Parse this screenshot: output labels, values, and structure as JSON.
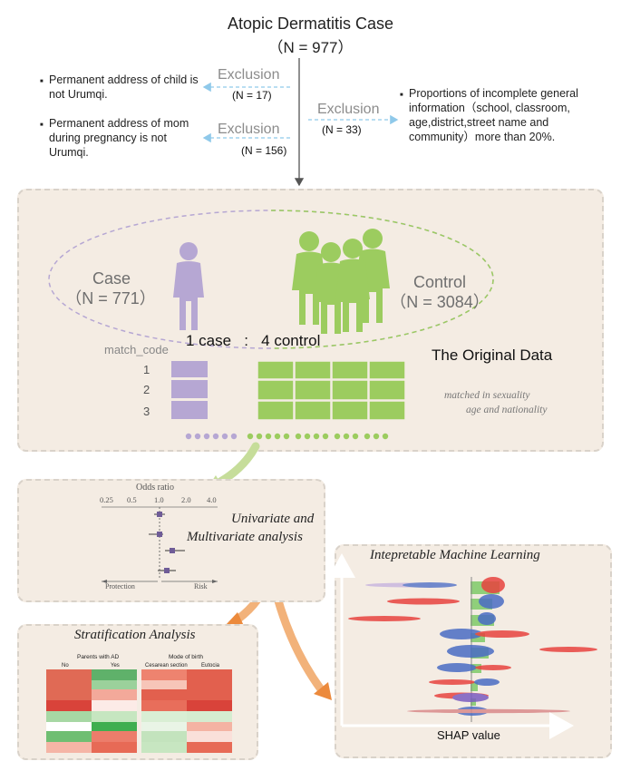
{
  "header": {
    "title": "Atopic Dermatitis Case",
    "n": "（N = 977）"
  },
  "exclusions": [
    {
      "label": "Exclusion",
      "n": "(N = 17)",
      "reason": "Permanent address of child is not Urumqi."
    },
    {
      "label": "Exclusion",
      "n": "(N = 156)",
      "reason": "Permanent address of mom during pregnancy is not Urumqi."
    },
    {
      "label": "Exclusion",
      "n": "(N = 33)",
      "reason": "Proportions of incomplete general information（school, classroom, age,district,street name and community）more than 20%."
    }
  ],
  "original": {
    "case_label": "Case",
    "case_n": "（N = 771）",
    "control_label": "Control",
    "control_n": "（N = 3084）",
    "ratio": "1 case   :   4 control",
    "panel_title": "The Original Data",
    "match_code": "match_code",
    "rows": [
      "1",
      "2",
      "3"
    ],
    "matched_line1": "matched in sexuality",
    "matched_line2": "age and nationality",
    "colors": {
      "case": "#b6a7d3",
      "control": "#9ccc5f"
    }
  },
  "univariate": {
    "title_line1": "Univariate and",
    "title_line2": "Multivariate analysis",
    "forest": {
      "axis_title": "Odds ratio",
      "ticks": [
        "0.25",
        "0.5",
        "1.0",
        "2.0",
        "4.0"
      ],
      "protection": "Protection",
      "risk": "Risk"
    }
  },
  "stratification": {
    "title": "Stratification Analysis",
    "groups": [
      {
        "title": "Parents with AD",
        "sub": [
          "No",
          "Yes"
        ]
      },
      {
        "title": "Mode of birth",
        "sub": [
          "Cesarean section",
          "Eutocia"
        ]
      }
    ]
  },
  "iml": {
    "title": "Intepretable Machine Learning",
    "xlabel": "SHAP value"
  }
}
